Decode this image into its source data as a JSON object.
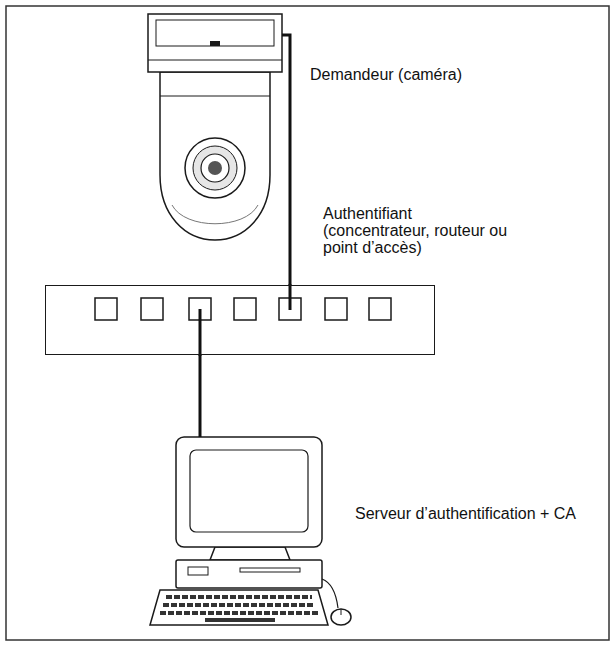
{
  "diagram": {
    "nodes": [
      {
        "text": [
          "Demandeur (caméra)"
        ]
      },
      {
        "text": [
          "Authentifiant (concentrateur, routeur ou point d’accès)"
        ]
      },
      {
        "text": [
          "Serveur d’authentification + CA"
        ]
      }
    ],
    "edges": [
      {
        "from": 0,
        "to": 1,
        "arrow": "none"
      },
      {
        "from": 1,
        "to": 2,
        "arrow": "none"
      }
    ]
  }
}
